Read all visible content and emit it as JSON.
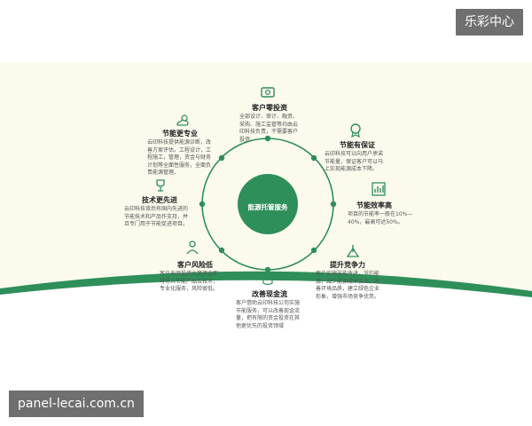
{
  "brand": {
    "label": "乐彩中心"
  },
  "watermark": {
    "text": "panel-lecai.com.cn"
  },
  "diagram": {
    "center": "能源托管服务",
    "accent_color": "#2e8f5a",
    "nodes": [
      {
        "icon": "money-card-icon",
        "title": "客户零投资",
        "desc": [
          "全部设计、审计、融资、",
          "采购、施工监管等均由云",
          "印科技负责，不需要客户",
          "投资。"
        ]
      },
      {
        "icon": "medal-icon",
        "title": "节能有保证",
        "desc": [
          "云印科技可以向用户承诺",
          "节能量，保证客户可以马",
          "上实现能源成本下降。"
        ]
      },
      {
        "icon": "bar-chart-icon",
        "title": "节能效率高",
        "desc": [
          "项目的节能率一般在10%—",
          "40%，最高可达50%。"
        ]
      },
      {
        "icon": "arrow-up-icon",
        "title": "提升竞争力",
        "desc": [
          "客户实施节能改进，节约能",
          "源，减少能源成本支出，改",
          "善环境品质，建立绿色企业",
          "形象，增强市场竞争优势。"
        ]
      },
      {
        "icon": "coin-stack-icon",
        "title": "改善现金流",
        "desc": [
          "客户借助云印科技公司实施",
          "节能服务，可以改善现金流",
          "量，把有限的资金投资在其",
          "他更优先的投资领域"
        ]
      },
      {
        "icon": "person-icon",
        "title": "客户风险低",
        "desc": [
          "客户无须投资大笔资金即",
          "可导入节能产品及技术，",
          "专业化服务，风险很低。"
        ]
      },
      {
        "icon": "trophy-icon",
        "title": "技术更先进",
        "desc": [
          "云印科技背后有国内先进的",
          "节能技术和产品作支持，并",
          "且专门用于节能促进项目。"
        ]
      },
      {
        "icon": "cloud-sun-icon",
        "title": "节能更专业",
        "desc": [
          "云印科技提供能源诊断，改",
          "善方案评估，工程设计，工",
          "程施工，管理，资金与财务",
          "计划等全面性服务，全面负",
          "责能源管理。"
        ]
      }
    ]
  }
}
